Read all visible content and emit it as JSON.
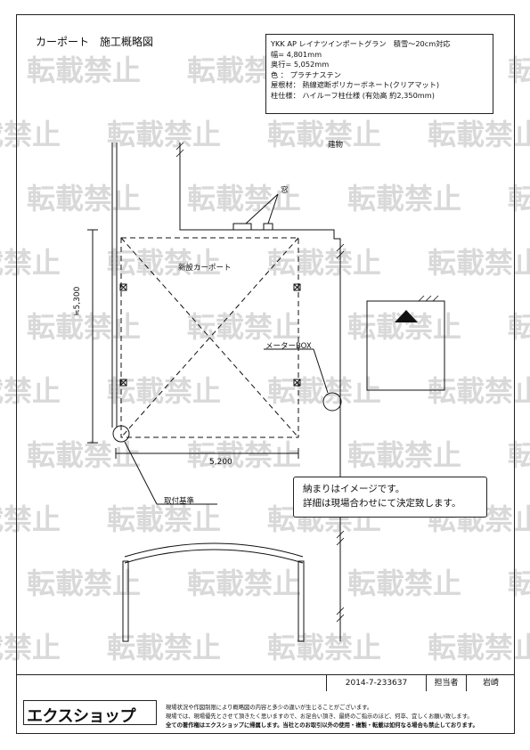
{
  "document": {
    "title": "カーポート　施工概略図"
  },
  "spec": {
    "lines": [
      "YKK AP レイナツインポートグラン　積雪～20cm対応",
      "幅= 4,801mm",
      "奥行= 5,052mm",
      "色 ： プラチナステン",
      "屋根材： 熱線遮断ポリカーボネート(クリアマット)",
      "柱仕様： ハイルーフ柱仕様 (有効高 約2,350mm)"
    ]
  },
  "plan": {
    "building_label": "建物",
    "window_label": "窓",
    "carport_label": "新設カーポート",
    "meter_label": "メーターBOX",
    "mount_label": "取付基準",
    "width_dim": "5,200",
    "depth_dim": "≒5,300"
  },
  "note": {
    "lines": [
      "納まりはイメージです。",
      "詳細は現場合わせにて決定致します。"
    ]
  },
  "footer": {
    "doc_number": "2014-7-233637",
    "person_label": "担当者",
    "person_name": "岩崎",
    "logo": "エクスショップ",
    "disclaimer": [
      "現場状況や作図制限により概略図の内容と多少の違いが生じることがございます。",
      "現場では、現場優先とさせて頂きたく思いますので、お足合い頂き、最終のご指示のほど、何卒、宜しくお願い致します。",
      "全ての著作権はエクスショップに帰属します。当社とのお取引以外の使用・複製・転載は如何なる場合も禁止しております。"
    ]
  },
  "watermark": "転載禁止"
}
